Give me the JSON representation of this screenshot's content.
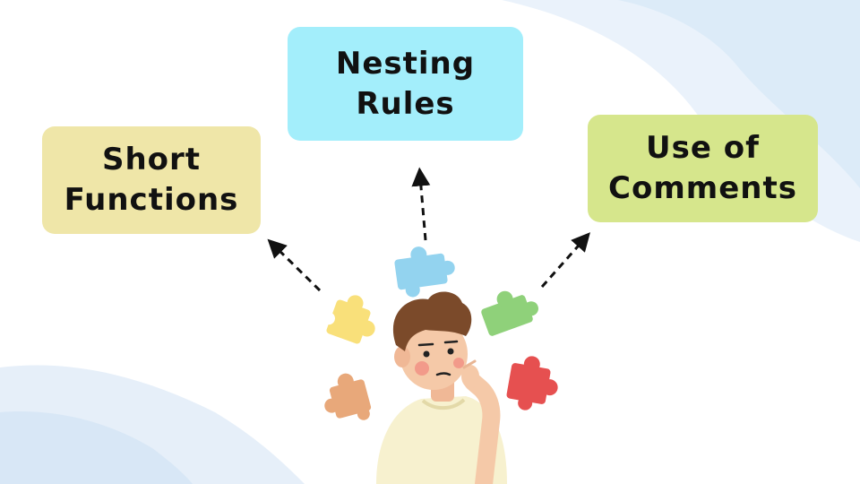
{
  "colors": {
    "box_nesting": "#a3eefb",
    "box_short": "#efe6a8",
    "box_comments": "#d6e68c",
    "arrow": "#111111",
    "piece_blue": "#93d3ef",
    "piece_yellow": "#f9e07a",
    "piece_green": "#8fd17a",
    "piece_orange": "#e8a87a",
    "piece_red": "#e65050",
    "hair": "#7b4a2a",
    "skin": "#f5c9a8",
    "shirt": "#f7f1cf",
    "background_wave": "#e8f1fb"
  },
  "diagram": {
    "boxes": [
      {
        "id": "nesting",
        "label": "Nesting\nRules"
      },
      {
        "id": "short",
        "label": "Short\nFunctions"
      },
      {
        "id": "comments",
        "label": "Use of\nComments"
      }
    ],
    "arrows": [
      {
        "from": "person",
        "to": "short"
      },
      {
        "from": "person",
        "to": "nesting"
      },
      {
        "from": "person",
        "to": "comments"
      }
    ],
    "illustration": "thinking-person-with-puzzle-pieces"
  }
}
